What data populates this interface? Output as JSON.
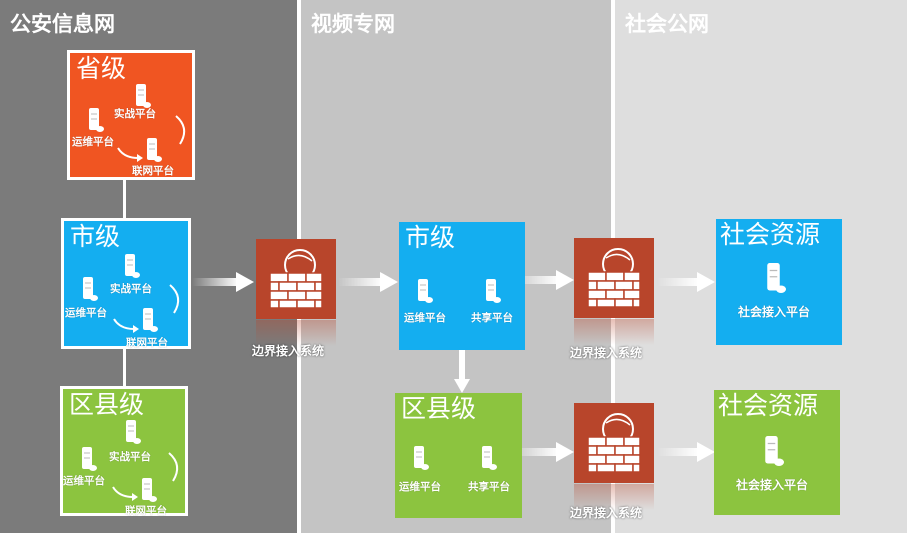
{
  "zones": {
    "police": "公安信息网",
    "video": "视频专网",
    "public": "社会公网"
  },
  "boxes": {
    "province": "省级",
    "city": "市级",
    "district": "区县级",
    "video_city": "市级",
    "video_district": "区县级",
    "social_top": "社会资源",
    "social_bottom": "社会资源"
  },
  "nodes": {
    "combat": "实战平台",
    "ops": "运维平台",
    "link": "联网平台",
    "share": "共享平台",
    "social_access": "社会接入平台"
  },
  "firewall_label": "边界接入系统",
  "colors": {
    "police_bg": "#7b7b7b",
    "video_bg": "#c4c4c4",
    "public_bg": "#dedede",
    "province": "#f05522",
    "city": "#14aef0",
    "district": "#8cc43f",
    "firewall": "#b8452b"
  },
  "icons": [
    "server-icon",
    "firewall-icon",
    "cycle-arrow-icon",
    "arrow-right-icon",
    "arrow-updown-icon"
  ]
}
